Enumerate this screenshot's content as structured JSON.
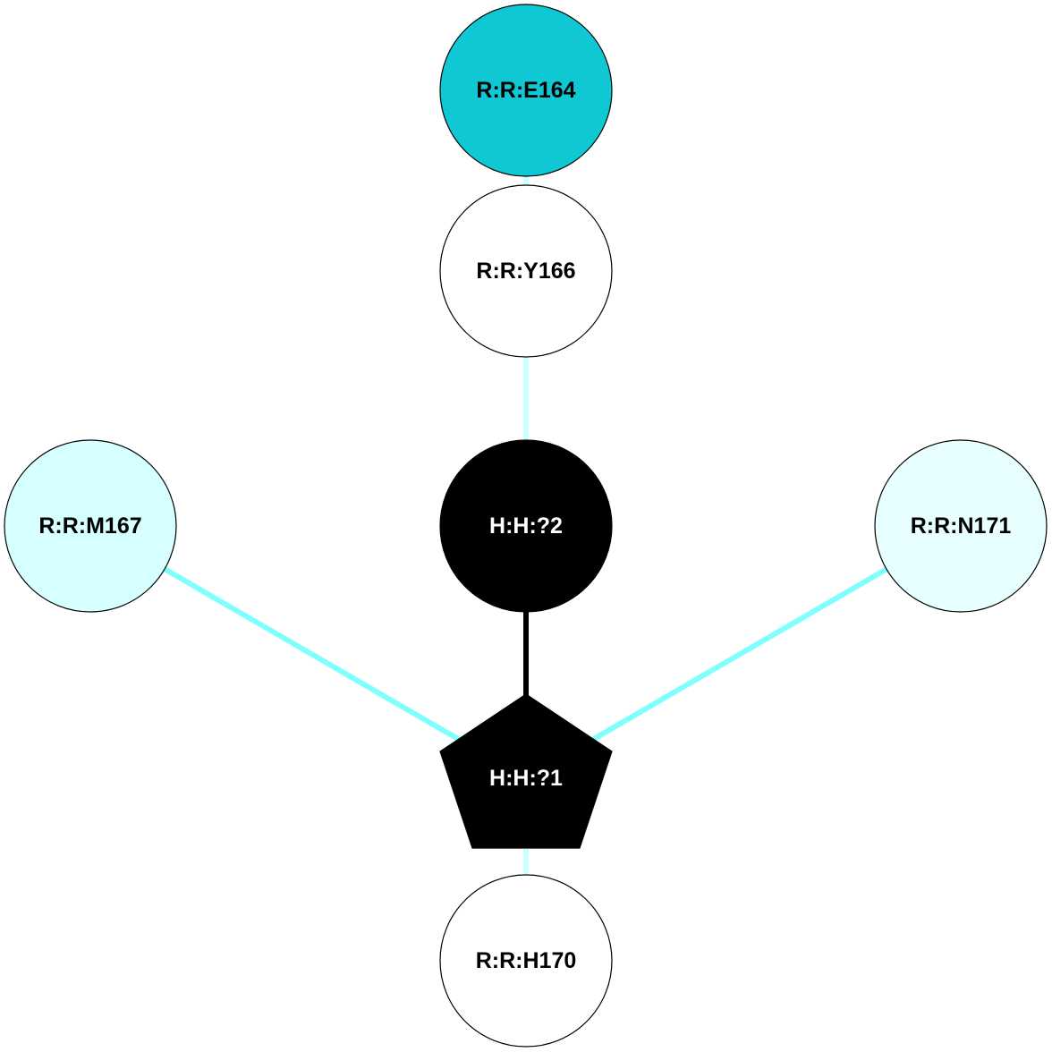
{
  "colors": {
    "background": "#ffffff",
    "node_stroke": "#000000",
    "edge_cyan": "#80ffff",
    "edge_pale": "#ccffff",
    "edge_black": "#000000"
  },
  "nodes": [
    {
      "id": "e164",
      "label": "R:R:E164",
      "shape": "circle",
      "fill": "#10c8d4",
      "text_color": "#000000"
    },
    {
      "id": "y166",
      "label": "R:R:Y166",
      "shape": "circle",
      "fill": "#ffffff",
      "text_color": "#000000"
    },
    {
      "id": "m167",
      "label": "R:R:M167",
      "shape": "circle",
      "fill": "#d6ffff",
      "text_color": "#000000"
    },
    {
      "id": "h2",
      "label": "H:H:?2",
      "shape": "circle",
      "fill": "#000000",
      "text_color": "#ffffff"
    },
    {
      "id": "n171",
      "label": "R:R:N171",
      "shape": "circle",
      "fill": "#e8ffff",
      "text_color": "#000000"
    },
    {
      "id": "h1",
      "label": "H:H:?1",
      "shape": "pentagon",
      "fill": "#000000",
      "text_color": "#ffffff"
    },
    {
      "id": "h170",
      "label": "R:R:H170",
      "shape": "circle",
      "fill": "#ffffff",
      "text_color": "#000000"
    }
  ],
  "edges": [
    {
      "from": "e164",
      "to": "y166",
      "color": "#ccffff"
    },
    {
      "from": "y166",
      "to": "h2",
      "color": "#ccffff"
    },
    {
      "from": "h2",
      "to": "h1",
      "color": "#000000"
    },
    {
      "from": "m167",
      "to": "h1",
      "color": "#80ffff"
    },
    {
      "from": "n171",
      "to": "h1",
      "color": "#80ffff"
    },
    {
      "from": "h1",
      "to": "h170",
      "color": "#ccffff"
    }
  ]
}
